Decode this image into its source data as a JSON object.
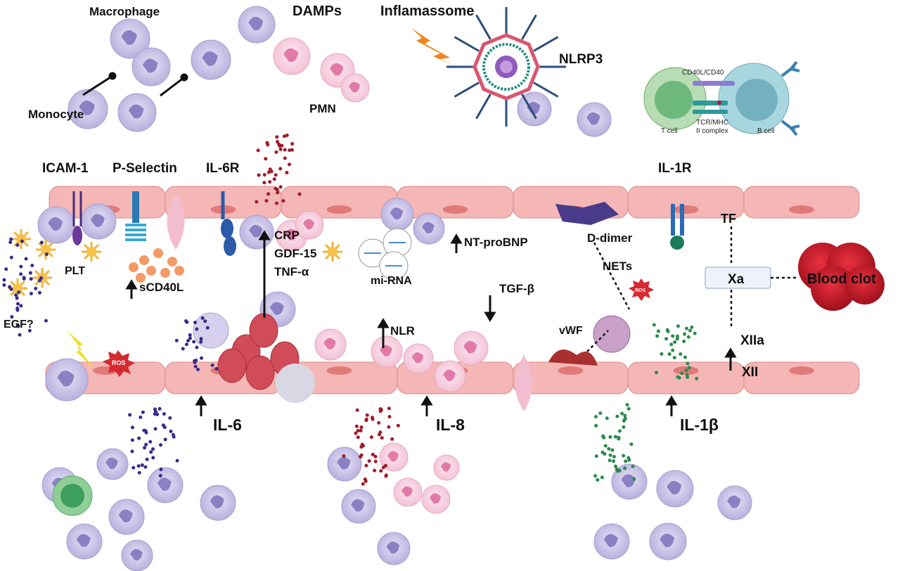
{
  "labels": {
    "macrophage": "Macrophage",
    "monocyte": "Monocyte",
    "damps": "DAMPs",
    "inflamassome": "Inflamassome",
    "nlrp3": "NLRP3",
    "pmn": "PMN",
    "icam1": "ICAM-1",
    "p_selectin": "P-Selectin",
    "il6r": "IL-6R",
    "il1r": "IL-1R",
    "tf": "TF",
    "d_dimer": "D-dimer",
    "nt_probnp": "NT-proBNP",
    "crp": "CRP",
    "gdf15": "GDF-15",
    "tnfa": "TNF-α",
    "mirna": "mi-RNA",
    "tgfb": "TGF-β",
    "nets": "NETs",
    "xa": "Xa",
    "blood_clot": "Blood clot",
    "scd40l": "sCD40L",
    "plt": "PLT",
    "egf": "EGF?",
    "nlr": "NLR",
    "ros1": "ROS",
    "ros2": "ROS",
    "vwf": "vWF",
    "xiia": "XIIa",
    "xii": "XII",
    "il6": "IL-6",
    "il8": "IL-8",
    "il1b": "IL-1β"
  },
  "inset": {
    "cd40": "CD40L/CD40",
    "tcell": "T cell",
    "tcr": "TCR/MHC",
    "complex": "II complex",
    "bcell": "B cell"
  },
  "colors": {
    "endothelium": "#f4b7b5",
    "monocyte": "#c9c3e6",
    "neutrophil": "#f7cfe0",
    "clot": "#c8102e",
    "lightning": "#f0861e"
  }
}
